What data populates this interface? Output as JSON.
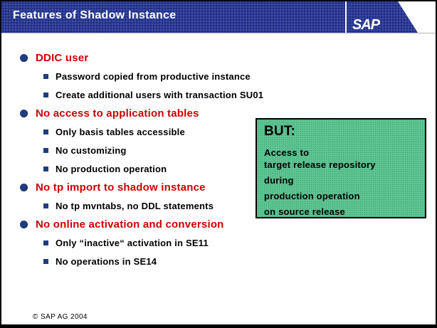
{
  "slide": {
    "title": "Features of Shadow Instance",
    "logo_text": "SAP",
    "footer": "©  SAP AG 2004"
  },
  "bullets": [
    {
      "level": 1,
      "text": "DDIC user"
    },
    {
      "level": 2,
      "text": "Password copied from productive instance"
    },
    {
      "level": 2,
      "text": "Create additional users with transaction SU01"
    },
    {
      "level": 1,
      "text": "No access to application tables"
    },
    {
      "level": 2,
      "text": "Only basis tables accessible"
    },
    {
      "level": 2,
      "text": "No customizing"
    },
    {
      "level": 2,
      "text": "No production operation"
    },
    {
      "level": 1,
      "text": "No tp import to shadow instance"
    },
    {
      "level": 2,
      "text": "No tp mvntabs, no DDL statements"
    },
    {
      "level": 1,
      "text": "No online activation and conversion"
    },
    {
      "level": 2,
      "text": "Only “inactive“ activation in SE11"
    },
    {
      "level": 2,
      "text": "No operations in SE14"
    }
  ],
  "callout": {
    "heading": "BUT:",
    "lines": [
      "Access to",
      "target release repository",
      "during",
      "production operation",
      "on source release"
    ]
  },
  "colors": {
    "header_blue": "#2c3a94",
    "bullet_navy": "#1f3d80",
    "heading_red": "#cc0000",
    "callout_green": "#5fc392",
    "callout_border": "#000000"
  }
}
